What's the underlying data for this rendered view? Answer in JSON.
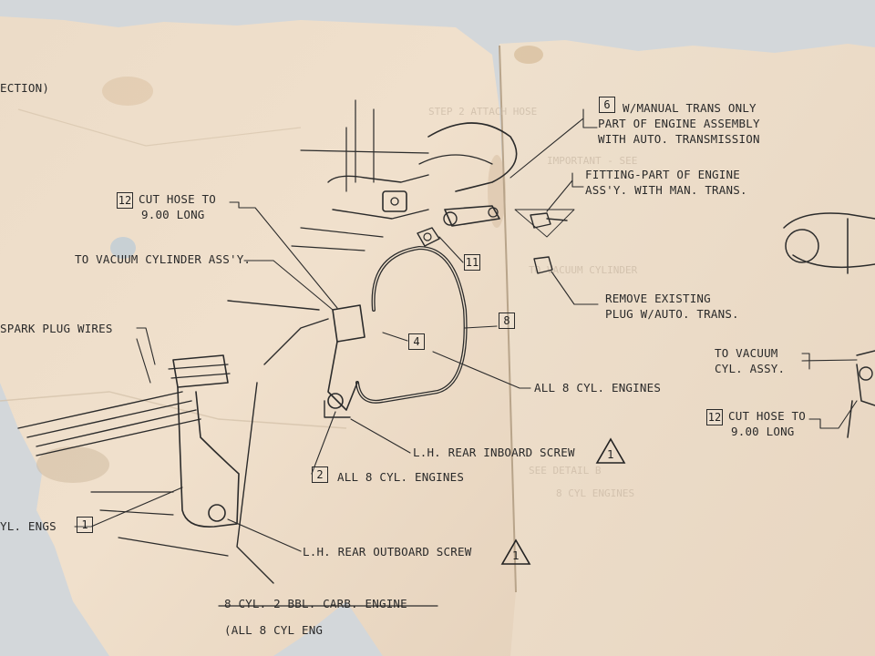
{
  "diagram": {
    "heading_fragment": "ECTION)",
    "spark_plug_wires": "SPARK PLUG WIRES",
    "vacuum_cyl_left": "TO VACUUM CYLINDER ASS'Y.",
    "cut_hose_left": {
      "num": "12",
      "line1": "CUT HOSE TO",
      "line2": "9.00 LONG"
    },
    "ref_11": "11",
    "ref_4": "4",
    "ref_8": "8",
    "ref_1": "1",
    "eng_fragment": "YL. ENGS",
    "note6": {
      "num": "6",
      "line1": "W/MANUAL TRANS ONLY",
      "line2": "PART OF ENGINE ASSEMBLY",
      "line3": "WITH AUTO. TRANSMISSION"
    },
    "fitting": {
      "line1": "FITTING-PART OF ENGINE",
      "line2": "ASS'Y. WITH MAN. TRANS."
    },
    "remove_plug": {
      "line1": "REMOVE EXISTING",
      "line2": "PLUG W/AUTO. TRANS."
    },
    "all8_right": "ALL 8 CYL. ENGINES",
    "vacuum_right": {
      "line1": "TO VACUUM",
      "line2": "CYL. ASSY."
    },
    "cut_hose_right": {
      "num": "12",
      "line1": "CUT HOSE TO",
      "line2": "9.00 LONG"
    },
    "inboard_screw": {
      "text": "L.H. REAR INBOARD SCREW",
      "tri": "1"
    },
    "all8_bottom": {
      "num": "2",
      "text": "ALL 8 CYL. ENGINES"
    },
    "outboard_screw": {
      "text": "L.H. REAR OUTBOARD SCREW",
      "tri": "1"
    },
    "caption": {
      "line1": "8 CYL. 2 BBL. CARB. ENGINE",
      "line2": "(ALL 8 CYL ENG"
    }
  }
}
